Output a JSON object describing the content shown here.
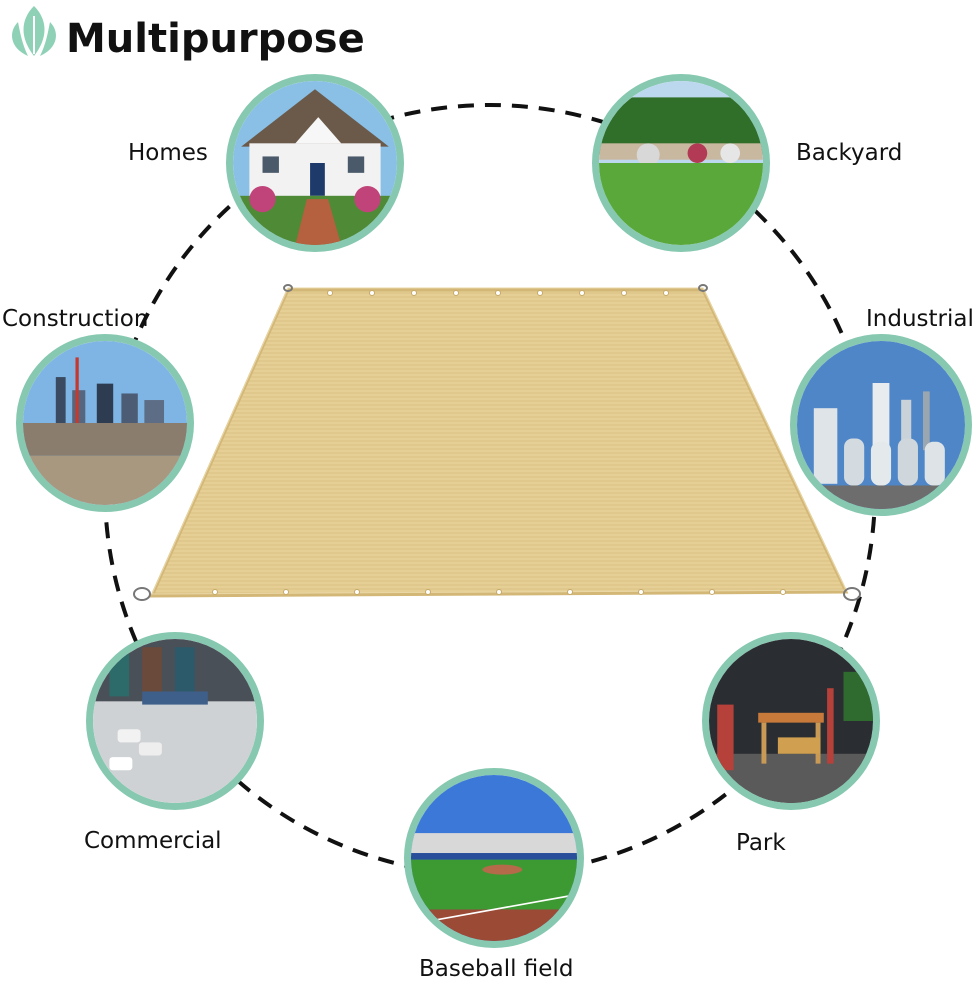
{
  "title": "Multipurpose",
  "icon": "leaf-logo-icon",
  "accent_color": "#86c8b0",
  "shade_color": "#e6cf95",
  "uses": [
    {
      "label": "Homes"
    },
    {
      "label": "Backyard"
    },
    {
      "label": "Construction"
    },
    {
      "label": "Industrial"
    },
    {
      "label": "Commercial"
    },
    {
      "label": "Park"
    },
    {
      "label": "Baseball field"
    }
  ]
}
